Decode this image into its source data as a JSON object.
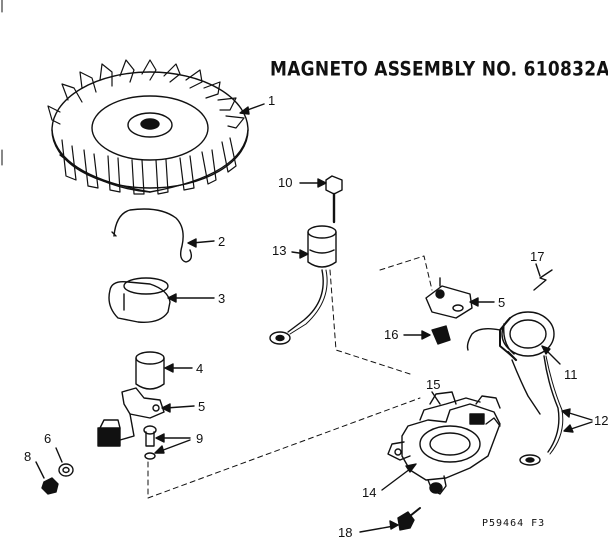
{
  "title": "MAGNETO ASSEMBLY NO. 610832A",
  "drawing_code": "P59464 F3",
  "callouts": [
    {
      "id": "c1",
      "label": "1"
    },
    {
      "id": "c2",
      "label": "2"
    },
    {
      "id": "c3",
      "label": "3"
    },
    {
      "id": "c4",
      "label": "4"
    },
    {
      "id": "c5a",
      "label": "5"
    },
    {
      "id": "c5b",
      "label": "5"
    },
    {
      "id": "c6",
      "label": "6"
    },
    {
      "id": "c8",
      "label": "8"
    },
    {
      "id": "c9",
      "label": "9"
    },
    {
      "id": "c10",
      "label": "10"
    },
    {
      "id": "c11",
      "label": "11"
    },
    {
      "id": "c12",
      "label": "12"
    },
    {
      "id": "c13",
      "label": "13"
    },
    {
      "id": "c14",
      "label": "14"
    },
    {
      "id": "c15",
      "label": "15"
    },
    {
      "id": "c16",
      "label": "16"
    },
    {
      "id": "c17",
      "label": "17"
    },
    {
      "id": "c18",
      "label": "18"
    }
  ]
}
